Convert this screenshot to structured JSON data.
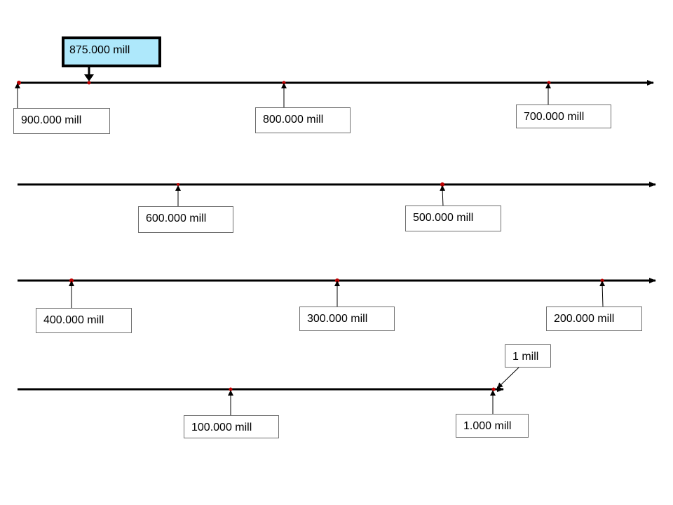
{
  "colors": {
    "line": "#000000",
    "dot": "#c00000",
    "highlight_fill": "#aee8fb"
  },
  "labels": {
    "highlight": "875.000 mill",
    "l900": "900.000 mill",
    "l800": "800.000 mill",
    "l700": "700.000 mill",
    "l600": "600.000 mill",
    "l500": "500.000 mill",
    "l400": "400.000 mill",
    "l300": "300.000 mill",
    "l200": "200.000 mill",
    "l100": "100.000 mill",
    "l1000": "1.000 mill",
    "l1": "1 mill"
  }
}
